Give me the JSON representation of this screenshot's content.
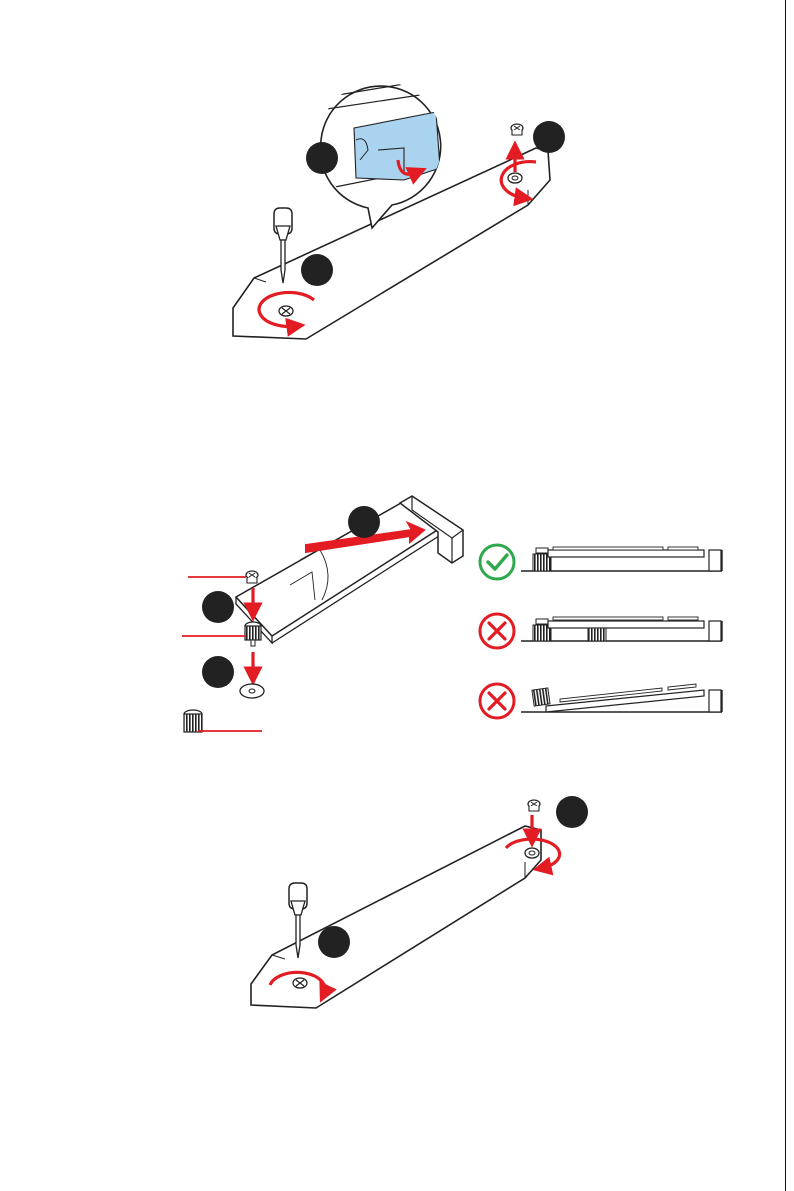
{
  "page": {
    "background": "#ffffff"
  },
  "colors": {
    "accent_red": "#e31c23",
    "ok_green": "#2ea84a",
    "outline": "#222222",
    "zoom_fill": "#a9d3ee"
  },
  "figures": [
    {
      "name": "remove-preinstalled-screw",
      "step_markers": [
        "",
        "",
        ""
      ]
    },
    {
      "name": "insert-ssd-and-standoff",
      "step_markers": [
        "",
        "",
        ""
      ],
      "indicators": [
        {
          "state": "correct",
          "icon": "check-icon"
        },
        {
          "state": "incorrect",
          "icon": "cross-icon"
        },
        {
          "state": "incorrect",
          "icon": "cross-icon"
        }
      ]
    },
    {
      "name": "secure-ssd-screw",
      "step_markers": [
        "",
        ""
      ]
    }
  ]
}
